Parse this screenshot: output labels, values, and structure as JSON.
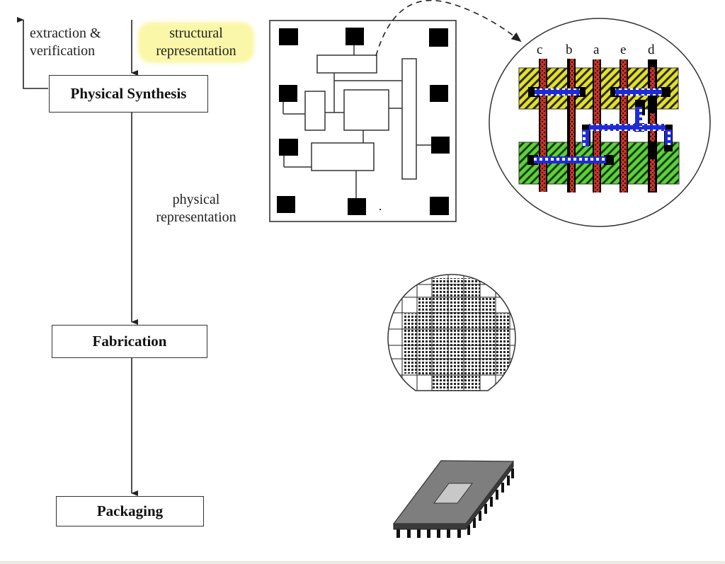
{
  "flow": {
    "boxes": [
      {
        "id": "physical-synthesis",
        "label": "Physical Synthesis"
      },
      {
        "id": "fabrication",
        "label": "Fabrication"
      },
      {
        "id": "packaging",
        "label": "Packaging"
      }
    ],
    "labels": {
      "extraction_line1": "extraction &",
      "extraction_line2": "verification",
      "structural_line1": "structural",
      "structural_line2": "representation",
      "physical_line1": "physical",
      "physical_line2": "representation"
    }
  },
  "layout_cell": {
    "columns": [
      "c",
      "b",
      "a",
      "e",
      "d"
    ],
    "colors": {
      "pdiff": "#e3e02a",
      "ndiff": "#5ad33a",
      "poly": "#d9342a",
      "metal": "#1f2bd8",
      "contact": "#000000"
    }
  },
  "illustrations": {
    "floorplan": "chip-floorplan",
    "zoom_detail": "transistor-layout-detail",
    "wafer": "silicon-wafer",
    "package": "ic-package"
  },
  "colors": {
    "highlight": "#fbf7a8",
    "package_body": "#808080",
    "package_die": "#c8c8c8"
  }
}
